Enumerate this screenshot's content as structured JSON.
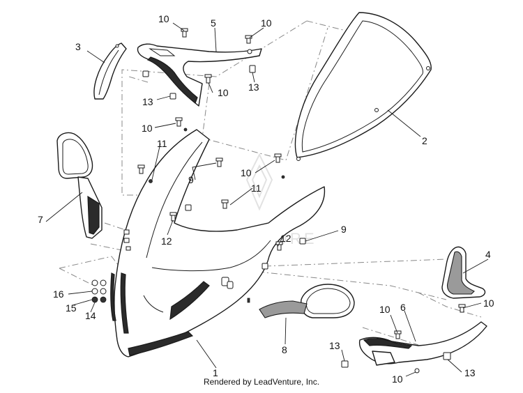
{
  "callouts": {
    "c1": "1",
    "c2": "2",
    "c3": "3",
    "c4": "4",
    "c5": "5",
    "c6": "6",
    "c7": "7",
    "c8": "8",
    "c9a": "9",
    "c9b": "9",
    "c10a": "10",
    "c10b": "10",
    "c10c": "10",
    "c10d": "10",
    "c10e": "10",
    "c10f": "10",
    "c10g": "10",
    "c10h": "10",
    "c11a": "11",
    "c11b": "11",
    "c12a": "12",
    "c12b": "12",
    "c13a": "13",
    "c13b": "13",
    "c13c": "13",
    "c13d": "13",
    "c14": "14",
    "c15": "15",
    "c16": "16"
  },
  "watermark": "LEADVENTURE",
  "footer": "Rendered by LeadVenture, Inc."
}
